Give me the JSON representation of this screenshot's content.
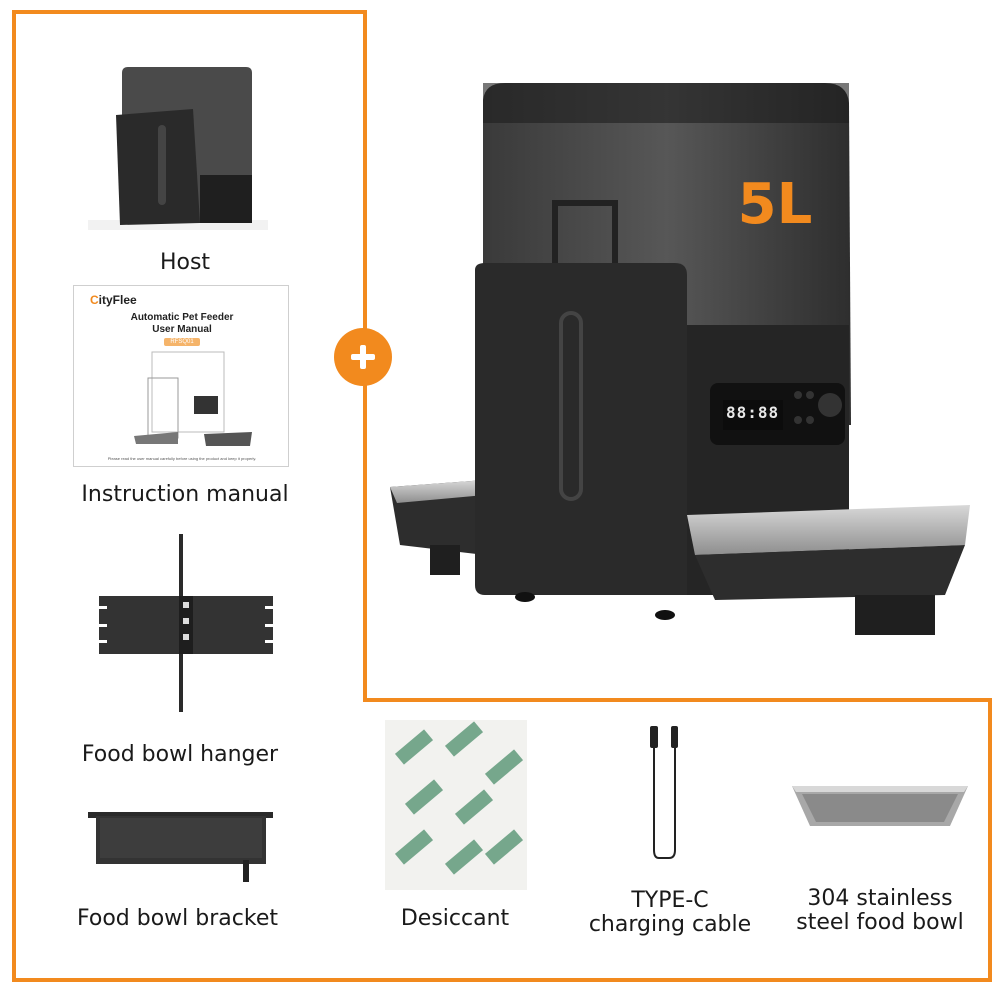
{
  "badge": {
    "capacity": "5L"
  },
  "items": {
    "host": "Host",
    "manual": "Instruction manual",
    "hanger": "Food bowl hanger",
    "bracket": "Food bowl bracket",
    "desiccant": "Desiccant",
    "cable_line1": "TYPE-C",
    "cable_line2": "charging cable",
    "bowl_line1": "304 stainless",
    "bowl_line2": "steel food bowl"
  },
  "manual_cover": {
    "brand": "CityFlee",
    "title_line1": "Automatic Pet Feeder",
    "title_line2": "User Manual",
    "model": "RFSQ01",
    "note": "Please read the user manual carefully before using the product and keep it properly."
  },
  "display": {
    "digits": "88:88"
  },
  "colors": {
    "accent": "#f28a1e",
    "device": "#2b2b2b"
  },
  "icons": [
    "plus-icon"
  ]
}
